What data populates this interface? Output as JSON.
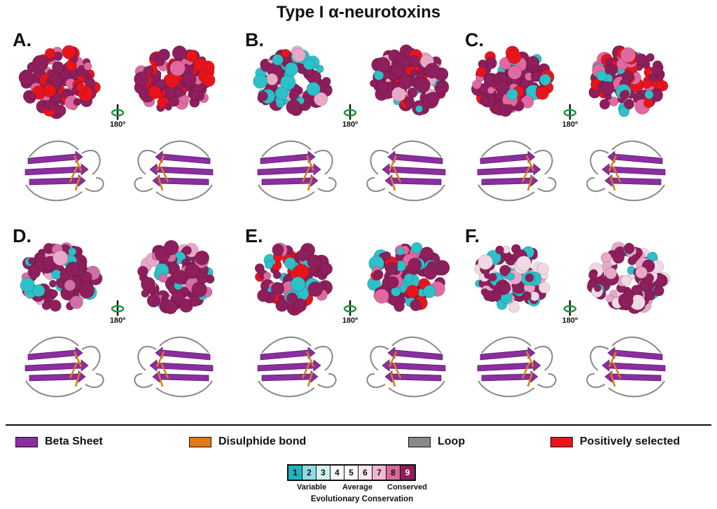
{
  "title": "Type I α-neurotoxins",
  "rotation_label": "180º",
  "panels": [
    {
      "label": "A.",
      "palette": [
        "#8e1e5c",
        "#e8141c",
        "#e8141c",
        "#a03a70",
        "#e06aa0"
      ]
    },
    {
      "label": "B.",
      "palette": [
        "#8e1e5c",
        "#2cc0c8",
        "#e8a8c8",
        "#8e1e5c",
        "#e8141c"
      ]
    },
    {
      "label": "C.",
      "palette": [
        "#8e1e5c",
        "#e8141c",
        "#2cc0c8",
        "#8e1e5c",
        "#e06aa0"
      ]
    },
    {
      "label": "D.",
      "palette": [
        "#8e1e5c",
        "#2cc0c8",
        "#e8a8c8",
        "#8e1e5c",
        "#d070a8"
      ]
    },
    {
      "label": "E.",
      "palette": [
        "#8e1e5c",
        "#2cc0c8",
        "#e8141c",
        "#8e1e5c",
        "#e06aa0"
      ]
    },
    {
      "label": "F.",
      "palette": [
        "#8e1e5c",
        "#f0d8e4",
        "#e8a8c8",
        "#8e1e5c",
        "#2cc0c8"
      ]
    }
  ],
  "legend": [
    {
      "label": "Beta Sheet",
      "color": "#8a2ea0"
    },
    {
      "label": "Disulphide bond",
      "color": "#e07a14"
    },
    {
      "label": "Loop",
      "color": "#888888"
    },
    {
      "label": "Positively selected",
      "color": "#e8141c"
    }
  ],
  "scale": {
    "cells": [
      {
        "value": "1",
        "color": "#1fb3bd"
      },
      {
        "value": "2",
        "color": "#8fdde2"
      },
      {
        "value": "3",
        "color": "#d5f2f2"
      },
      {
        "value": "4",
        "color": "#ffffff"
      },
      {
        "value": "5",
        "color": "#ffffff"
      },
      {
        "value": "6",
        "color": "#fbe7ef"
      },
      {
        "value": "7",
        "color": "#f0b8cf"
      },
      {
        "value": "8",
        "color": "#d8689c"
      },
      {
        "value": "9",
        "color": "#8e1e5c"
      }
    ],
    "low": "Variable",
    "mid": "Average",
    "high": "Conserved",
    "caption": "Evolutionary Conservation"
  }
}
